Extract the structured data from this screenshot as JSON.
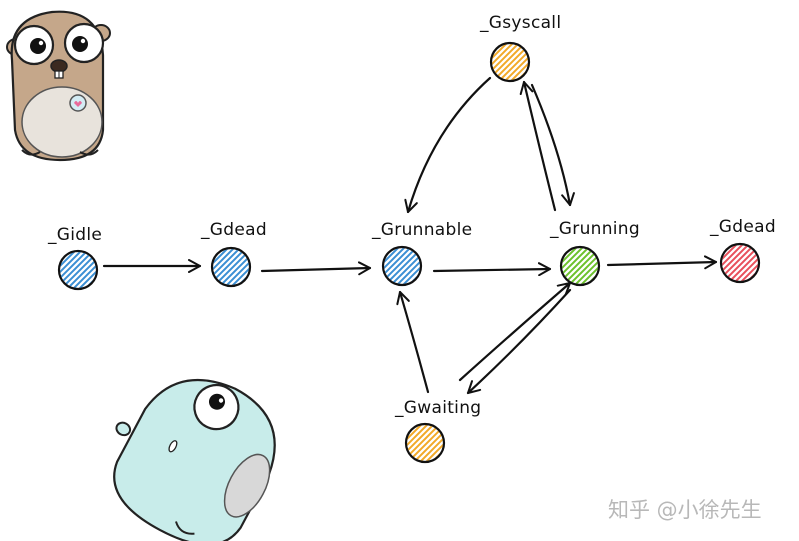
{
  "diagram": {
    "nodes": [
      {
        "id": "gidle",
        "label": "_Gidle",
        "state_color": "#3b8fd4"
      },
      {
        "id": "gdead1",
        "label": "_Gdead",
        "state_color": "#3b8fd4"
      },
      {
        "id": "grunnable",
        "label": "_Grunnable",
        "state_color": "#3b8fd4"
      },
      {
        "id": "grunning",
        "label": "_Grunning",
        "state_color": "#6cc22c"
      },
      {
        "id": "gdead2",
        "label": "_Gdead",
        "state_color": "#e8505b"
      },
      {
        "id": "gsyscall",
        "label": "_Gsyscall",
        "state_color": "#f2a928"
      },
      {
        "id": "gwaiting",
        "label": "_Gwaiting",
        "state_color": "#f2a928"
      }
    ],
    "edges": [
      {
        "from": "gidle",
        "to": "gdead1"
      },
      {
        "from": "gdead1",
        "to": "grunnable"
      },
      {
        "from": "grunnable",
        "to": "grunning"
      },
      {
        "from": "grunning",
        "to": "gdead2"
      },
      {
        "from": "gsyscall",
        "to": "grunnable"
      },
      {
        "from": "gsyscall",
        "to": "grunning"
      },
      {
        "from": "grunning",
        "to": "gsyscall"
      },
      {
        "from": "grunning",
        "to": "gwaiting"
      },
      {
        "from": "gwaiting",
        "to": "grunning"
      },
      {
        "from": "gwaiting",
        "to": "grunnable"
      }
    ]
  },
  "mascots": [
    {
      "name": "brown-gopher",
      "fill": "#c5a78a"
    },
    {
      "name": "blue-gopher",
      "fill": "#c8ecea"
    }
  ],
  "watermark": "知乎 @小徐先生"
}
